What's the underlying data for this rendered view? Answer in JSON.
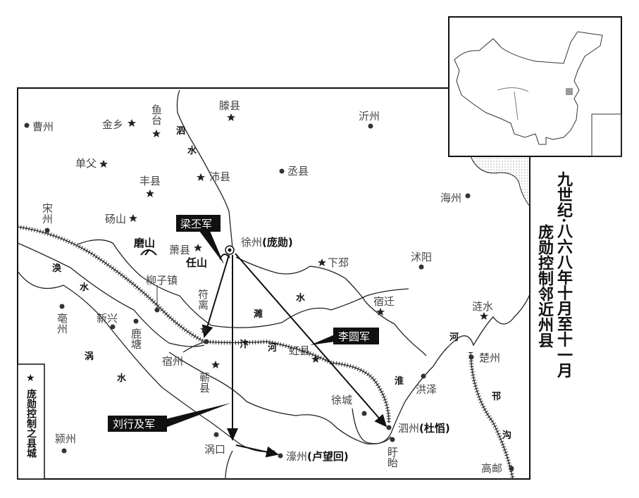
{
  "title": {
    "line1": "九世纪·八六八年十月至十一月",
    "line2": "庞勋控制邻近州县"
  },
  "legend": {
    "symbol": "★",
    "label": "庞勋控制之县城"
  },
  "places": {
    "caozhou": "曹州",
    "jinxiang": "金乡",
    "yutai": "鱼台",
    "tengxian": "滕县",
    "yizhou": "沂州",
    "shanfu": "单父",
    "fengxian": "丰县",
    "peixian": "沛县",
    "chengxian": "丞县",
    "songzhou": "宋州",
    "dangshan": "砀山",
    "moshan": "磨山",
    "xiaoxian": "萧县",
    "renshan": "任山",
    "xuzhou": "徐州",
    "xuzhou_holder": "(庞勋)",
    "xiapi": "下邳",
    "shuyang": "沭阳",
    "haizhou": "海州",
    "liuzizhen": "柳子镇",
    "fuli": "符离",
    "suqian": "宿迁",
    "lianshui": "涟水",
    "bozhou": "亳州",
    "xinxing": "新兴",
    "lutang": "鹿塘",
    "suzhou": "宿州",
    "qixian": "蕲县",
    "hongxian": "虹县",
    "chuzhou": "楚州",
    "hongze": "洪泽",
    "xucheng": "徐城",
    "sizhou": "泗州",
    "sizhou_holder": "(杜慆)",
    "xuyi": "盱眙",
    "yingzhou": "颍州",
    "guokou": "涡口",
    "haozhou": "濠州",
    "haozhou_holder": "(卢望回)",
    "gaoyou": "高邮"
  },
  "rivers": {
    "sishui": [
      "泗",
      "水"
    ],
    "huanshui": [
      "涣",
      "水"
    ],
    "guoshui": [
      "涡",
      "水"
    ],
    "suishui": [
      "濉",
      "水"
    ],
    "bianhe": [
      "汴",
      "河"
    ],
    "huaihe": [
      "淮",
      "河"
    ],
    "hangou": [
      "邗",
      "沟"
    ]
  },
  "armies": {
    "liang": "梁丕军",
    "li": "李圆军",
    "liu": "刘行及军"
  }
}
